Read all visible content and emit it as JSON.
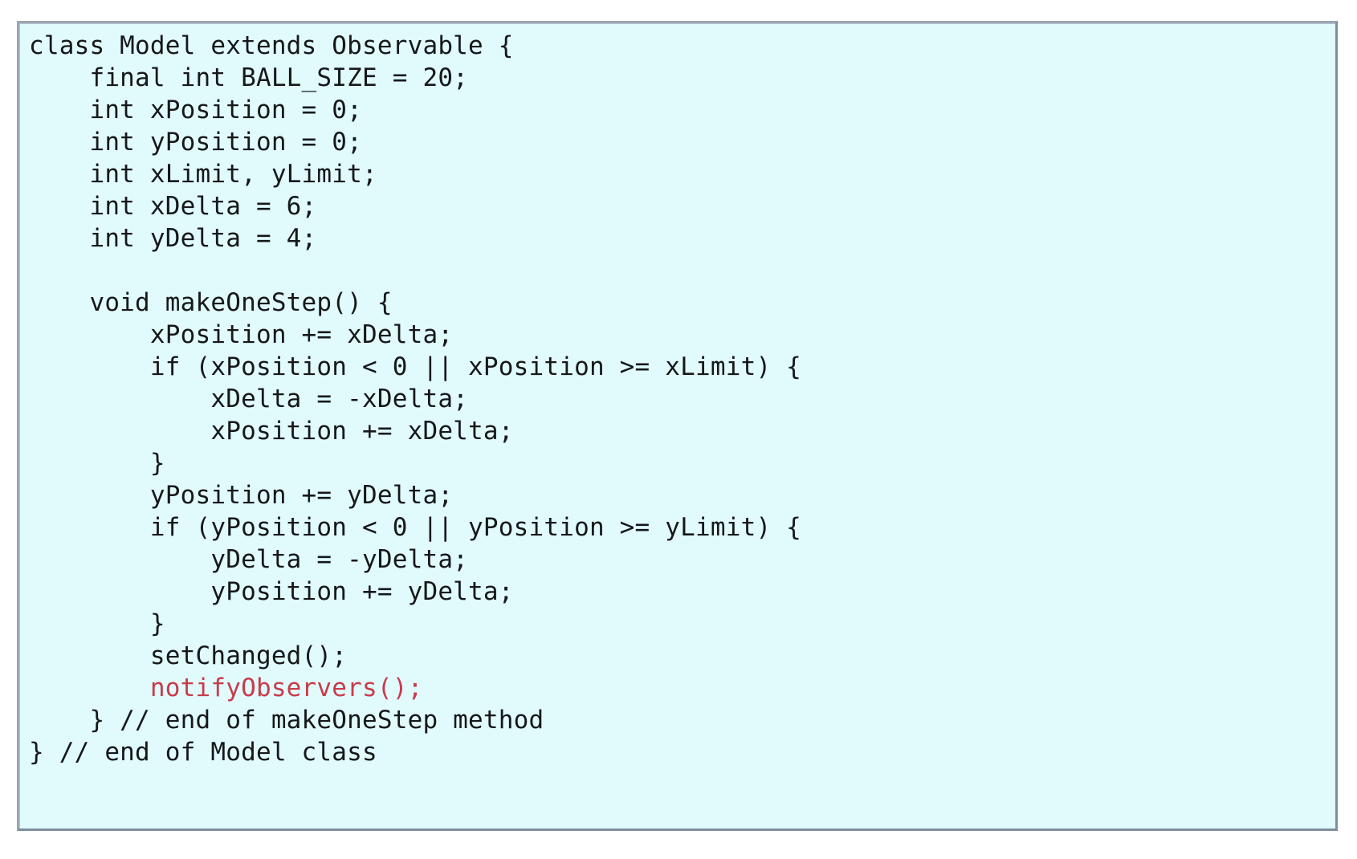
{
  "document": {
    "kind": "code-listing",
    "language": "Java",
    "page_background": "#ffffff"
  },
  "code_box": {
    "background_color": "#e1fbfd",
    "border_color": "#8a97a5",
    "text_color": "#16181a",
    "accent_color": "#c83b4a"
  },
  "code": {
    "lines": [
      {
        "text": "class Model extends Observable {",
        "style": "normal"
      },
      {
        "text": "    final int BALL_SIZE = 20;",
        "style": "normal"
      },
      {
        "text": "    int xPosition = 0;",
        "style": "normal"
      },
      {
        "text": "    int yPosition = 0;",
        "style": "normal"
      },
      {
        "text": "    int xLimit, yLimit;",
        "style": "normal"
      },
      {
        "text": "    int xDelta = 6;",
        "style": "normal"
      },
      {
        "text": "    int yDelta = 4;",
        "style": "normal"
      },
      {
        "text": "",
        "style": "blank"
      },
      {
        "text": "    void makeOneStep() {",
        "style": "normal"
      },
      {
        "text": "        xPosition += xDelta;",
        "style": "normal"
      },
      {
        "text": "        if (xPosition < 0 || xPosition >= xLimit) {",
        "style": "normal"
      },
      {
        "text": "            xDelta = -xDelta;",
        "style": "normal"
      },
      {
        "text": "            xPosition += xDelta;",
        "style": "normal"
      },
      {
        "text": "        }",
        "style": "normal"
      },
      {
        "text": "        yPosition += yDelta;",
        "style": "normal"
      },
      {
        "text": "        if (yPosition < 0 || yPosition >= yLimit) {",
        "style": "normal"
      },
      {
        "text": "            yDelta = -yDelta;",
        "style": "normal"
      },
      {
        "text": "            yPosition += yDelta;",
        "style": "normal"
      },
      {
        "text": "        }",
        "style": "normal"
      },
      {
        "text": "        setChanged();",
        "style": "normal"
      },
      {
        "text": "        notifyObservers();",
        "style": "accent"
      },
      {
        "text": "    } // end of makeOneStep method",
        "style": "normal"
      },
      {
        "text": "} // end of Model class",
        "style": "normal"
      }
    ]
  }
}
